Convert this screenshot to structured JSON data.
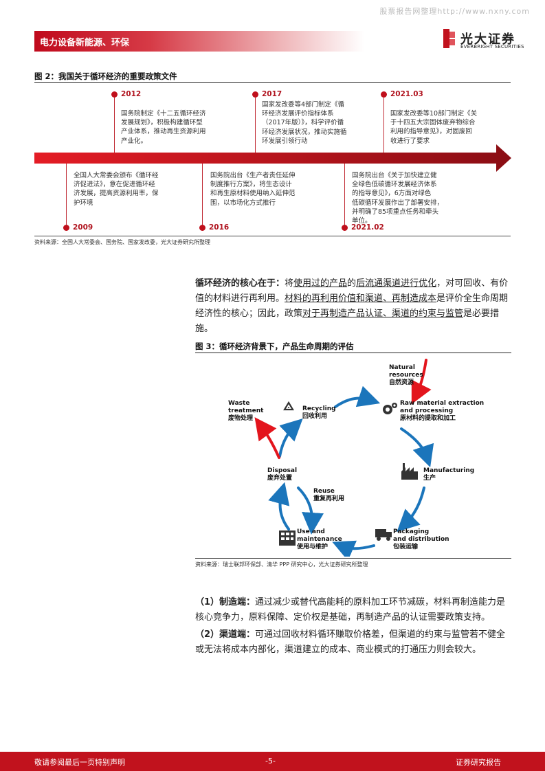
{
  "watermark": "股票报告网整理http://www.nxny.com",
  "header": {
    "section": "电力设备新能源、环保",
    "brand_cn": "光大证券",
    "brand_en": "EVERBRIGHT SECURITIES",
    "brand_color": "#c1121d"
  },
  "figure2": {
    "title": "图 2：我国关于循环经济的重要政策文件",
    "source": "资料来源：全国人大常委会、国务院、国家发改委，光大证券研究所整理",
    "events": [
      {
        "year": "2012",
        "text": [
          "国务院制定《十二五循环经济",
          "发展规划》，积极构建循环型",
          "产业体系，推动再生资源利用",
          "产业化。"
        ]
      },
      {
        "year": "2017",
        "text": [
          "国家发改委等4部门制定《循",
          "环经济发展评价指标体系",
          "（2017年版）》，科学评价循",
          "环经济发展状况，推动实施循",
          "环发展引领行动"
        ]
      },
      {
        "year": "2021.03",
        "text": [
          "国家发改委等10部门制定《关",
          "于十四五大宗固体废弃物综合",
          "利用的指导意见》，对固废回",
          "收进行了要求"
        ]
      },
      {
        "year": "2009",
        "text": [
          "全国人大常委会颁布《循环经",
          "济促进法》，意在促进循环经",
          "济发展，提高资源利用率，保",
          "护环境"
        ]
      },
      {
        "year": "2016",
        "text": [
          "国务院出台《生产者责任延伸",
          "制度推行方案》，将生态设计",
          "和再生原材料使用纳入延伸范",
          "围，以市场化方式推行"
        ]
      },
      {
        "year": "2021.02",
        "text": [
          "国务院出台《关于加快建立健",
          "全绿色低碳循环发展经济体系",
          "的指导意见》，6方面对绿色",
          "低碳循环发展作出了部署安排，",
          "并明确了85项重点任务和牵头",
          "单位。"
        ]
      }
    ]
  },
  "paragraph1": {
    "lead": "循环经济的核心在于：",
    "t1": "将",
    "u1": "使用过的产品",
    "t2": "的",
    "u2": "后流通渠道进行优化",
    "t3": "，对可回收、有价值的材料进行再利用。",
    "u3": "材料的再利用价值和渠道、再制造成本",
    "t4": "是评价全生命周期经济性的核心；因此，政策",
    "u4": "对于再制造产品认证、渠道的约束与监管",
    "t5": "是必要措施。"
  },
  "figure3": {
    "title": "图 3：循环经济背景下，产品生命周期的评估",
    "source": "资料来源：瑞士联邦环保部、清华 PPP 研究中心，光大证券研究所整理",
    "labels": {
      "natural_en1": "Natural",
      "natural_en2": "resources",
      "natural_cn": "自然资源",
      "raw_en1": "Raw material extraction",
      "raw_en2": "and processing",
      "raw_cn": "原材料的提取和加工",
      "manufacturing_en": "Manufacturing",
      "manufacturing_cn": "生产",
      "packaging_en1": "Packaging",
      "packaging_en2": "and distribution",
      "packaging_cn": "包装运输",
      "use_en1": "Use and",
      "use_en2": "maintenance",
      "use_cn": "使用与维护",
      "reuse_en": "Reuse",
      "reuse_cn": "重复再利用",
      "disposal_en": "Disposal",
      "disposal_cn": "废弃处置",
      "waste_en1": "Waste",
      "waste_en2": "treatment",
      "waste_cn": "废物处理",
      "recycling_en": "Recycling",
      "recycling_cn": "回收利用"
    },
    "colors": {
      "cycle": "#1b75bb",
      "exit": "#e3151d"
    }
  },
  "paragraph2": {
    "n1_lead": "（1）制造端：",
    "n1_text": "通过减少或替代高能耗的原料加工环节减碳，材料再制造能力是核心竞争力，原料保障、定价权是基础，再制造产品的认证需要政策支持。",
    "n2_lead": "（2）渠道端：",
    "n2_text": "可通过回收材料循环赚取价格差，但渠道的约束与监管若不健全或无法将成本内部化，渠道建立的成本、商业模式的打通压力则会较大。"
  },
  "footer": {
    "left": "敬请参阅最后一页特别声明",
    "page": "-5-",
    "right": "证券研究报告"
  }
}
